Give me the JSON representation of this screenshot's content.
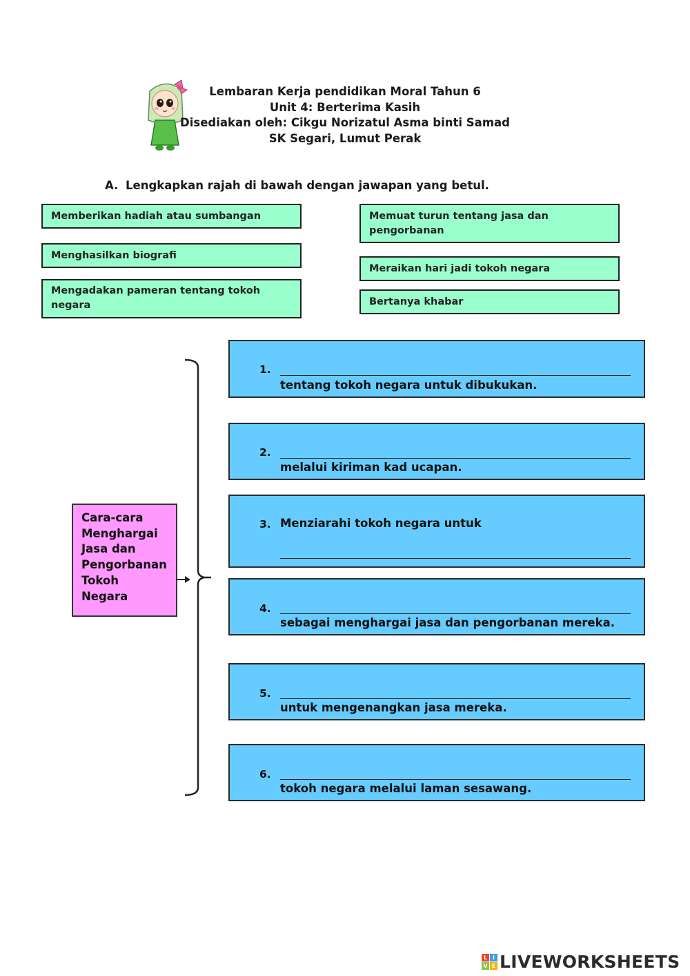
{
  "header": {
    "line1": "Lembaran Kerja pendidikan Moral Tahun 6",
    "line2": "Unit 4: Berterima Kasih",
    "line3": "Disediakan oleh: Cikgu Norizatul Asma binti Samad",
    "line4": "SK Segari, Lumut Perak"
  },
  "instruction": {
    "letter": "A.",
    "text": "Lengkapkan rajah di bawah dengan jawapan yang betul."
  },
  "options": {
    "o1": "Memberikan hadiah atau sumbangan",
    "o2": "Menghasilkan biografi",
    "o3": "Mengadakan pameran tentang tokoh negara",
    "o4": "Memuat turun tentang jasa dan pengorbanan",
    "o5": "Meraikan hari jadi tokoh negara",
    "o6": "Bertanya khabar"
  },
  "center": {
    "text": "Cara-cara Menghargai Jasa dan Pengorbanan Tokoh Negara"
  },
  "answers": [
    {
      "num": "1.",
      "text": "tentang tokoh negara untuk dibukukan."
    },
    {
      "num": "2.",
      "text": "melalui kiriman kad ucapan."
    },
    {
      "num": "3.",
      "text": "Menziarahi tokoh negara untuk"
    },
    {
      "num": "4.",
      "text": "sebagai menghargai jasa dan pengorbanan mereka."
    },
    {
      "num": "5.",
      "text": "untuk mengenangkan jasa mereka."
    },
    {
      "num": "6.",
      "text": "tokoh negara melalui laman sesawang."
    }
  ],
  "footer": {
    "brand": "LIVEWORKSHEETS",
    "logo_letters": [
      "L",
      "I",
      "V",
      "E"
    ]
  },
  "colors": {
    "option_bg": "#99ffcc",
    "answer_bg": "#66ccff",
    "center_bg": "#ff99ff"
  }
}
